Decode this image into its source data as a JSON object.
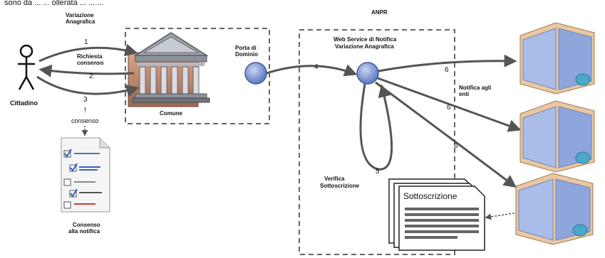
{
  "top_fragment": "sono da ...  ... ollerata ...  ...  ...",
  "anpr_region_label": "ANPR",
  "citizen_label": "Cittadino",
  "comune_label": "Comune",
  "pda_label_line1": "Porta di",
  "pda_label_line2": "Dominio",
  "ws_label_line1": "Web Service di Notifica",
  "ws_label_line2": "Variazione Anagrafica",
  "variazione_label_line1": "Variazione",
  "variazione_label_line2": "Anagrafica",
  "richiesta_label_line1": "Richiesta",
  "richiesta_label_line2": "consenso",
  "notifica_label_line1": "Notifica agli",
  "notifica_label_line2": "enti",
  "verifica_label_line1": "Verifica",
  "verifica_label_line2": "Sottoscrizione",
  "consenso_caption": "consenso",
  "consenso_doc_caption_line1": "Consenso",
  "consenso_doc_caption_line2": "alla notifica",
  "exclamation": "!",
  "sottoscrizione_label": "Sottoscrizione",
  "arrow_numbers": {
    "n1": "1",
    "n2": "2",
    "n3": "3",
    "n4": "4",
    "n5": "5",
    "n6a": "6",
    "n6b": "6",
    "n6c": "6"
  },
  "colors": {
    "node_blue": "#7a9ad4",
    "building_roof": "#8a8f9c",
    "building_bg": "#c48a70",
    "enti_building": "#b6c4e8",
    "arrow": "#555555",
    "dashed_border": "#666666"
  }
}
